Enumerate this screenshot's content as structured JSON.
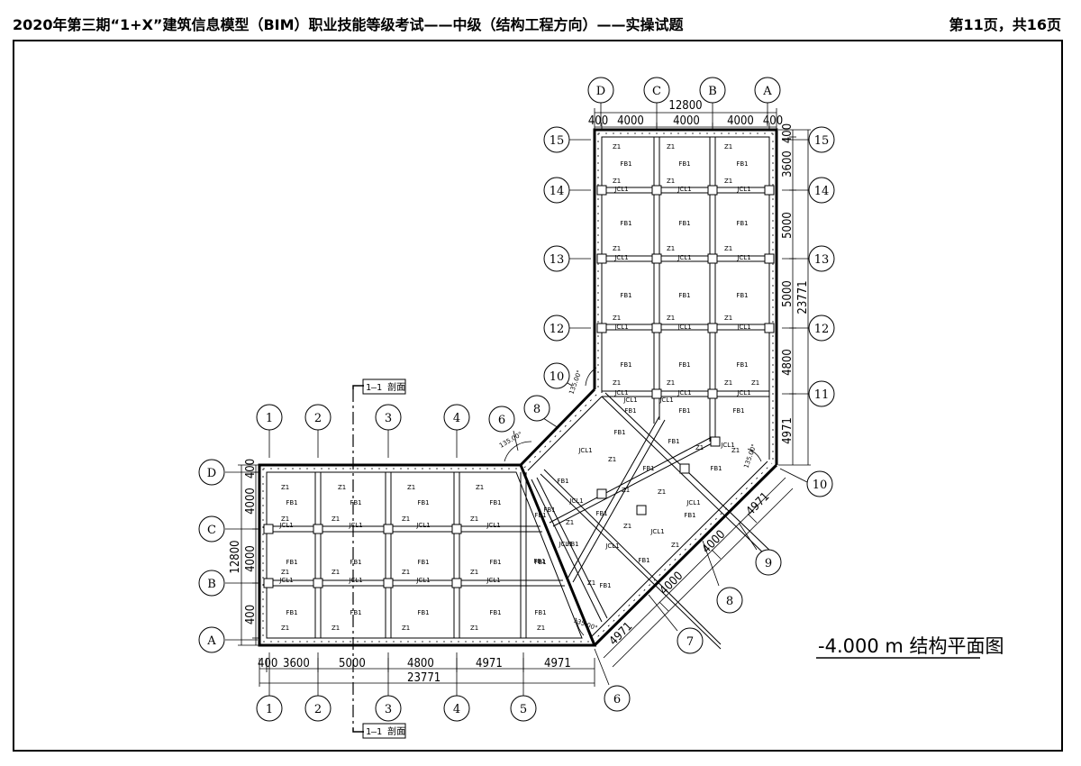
{
  "header": {
    "title": "2020年第三期“1+X”建筑信息模型（BIM）职业技能等级考试——中级（结构工程方向）——实操试题",
    "page": "第11页，共16页"
  },
  "drawing": {
    "plan_title": "-4.000 m 结构平面图",
    "section_label": "1—1 剖面",
    "angle_label": "135.00°",
    "slab_label": "FB1",
    "column_label": "Z1",
    "beam_label": "JCL1",
    "left_wing": {
      "axis_numbers": [
        "1",
        "2",
        "3",
        "4",
        "5",
        "6"
      ],
      "axis_letters": [
        "D",
        "C",
        "B",
        "A"
      ],
      "bottom_dims": [
        "400",
        "3600",
        "5000",
        "4800",
        "4971"
      ],
      "bottom_total": "23771",
      "left_dims": [
        "400",
        "4000",
        "4000",
        "400"
      ],
      "left_total": "12800"
    },
    "right_wing": {
      "axis_numbers": [
        "15",
        "14",
        "13",
        "12",
        "11",
        "10"
      ],
      "axis_letters": [
        "D",
        "C",
        "B",
        "A"
      ],
      "top_dims": [
        "400",
        "4000",
        "4000",
        "4000",
        "400"
      ],
      "top_total": "12800",
      "right_dims": [
        "400",
        "3600",
        "5000",
        "5000",
        "4800",
        "4971"
      ],
      "right_total": "23771"
    },
    "diagonal": {
      "axis_numbers": [
        "6",
        "7",
        "8",
        "9",
        "10"
      ],
      "axis_numbers_top": [
        "6",
        "8",
        "10"
      ],
      "dims": [
        "4971",
        "4000",
        "4000",
        "4971"
      ]
    }
  }
}
